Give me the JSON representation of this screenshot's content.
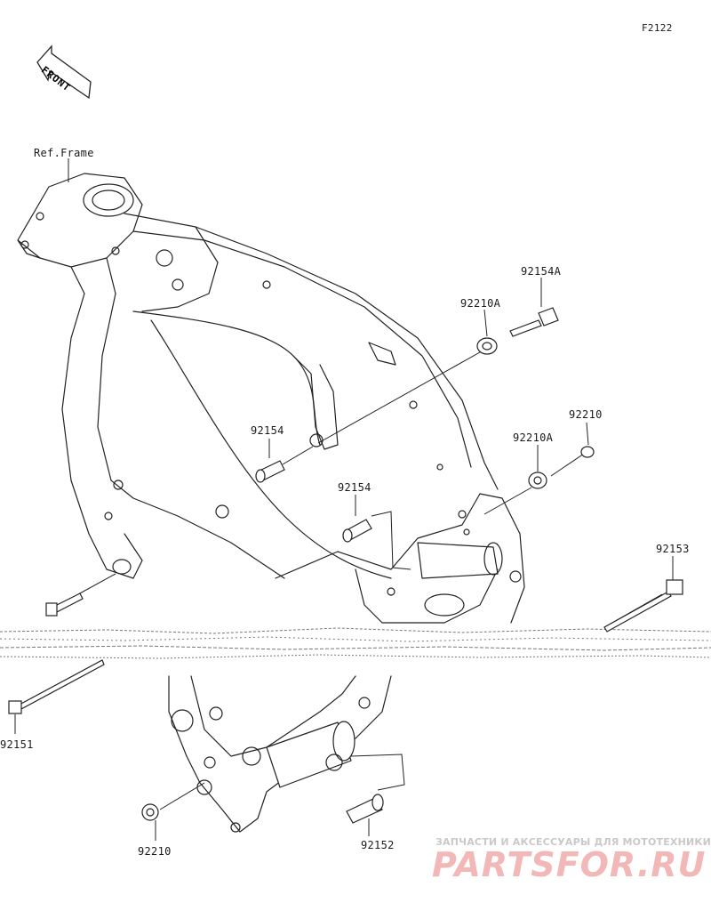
{
  "figure_id": "F2122",
  "front_label": "FRONT",
  "ref_frame_label": "Ref.Frame",
  "parts": [
    {
      "number": "92154A"
    },
    {
      "number": "92210A"
    },
    {
      "number": "92210"
    },
    {
      "number": "92210A"
    },
    {
      "number": "92154"
    },
    {
      "number": "92154"
    },
    {
      "number": "92153"
    },
    {
      "number": "92151"
    },
    {
      "number": "92210"
    },
    {
      "number": "92152"
    }
  ],
  "watermark": {
    "tagline": "ЗАПЧАСТИ И АКСЕССУАРЫ ДЛЯ МОТОТЕХНИКИ",
    "logo": "PARTSFOR.RU"
  }
}
